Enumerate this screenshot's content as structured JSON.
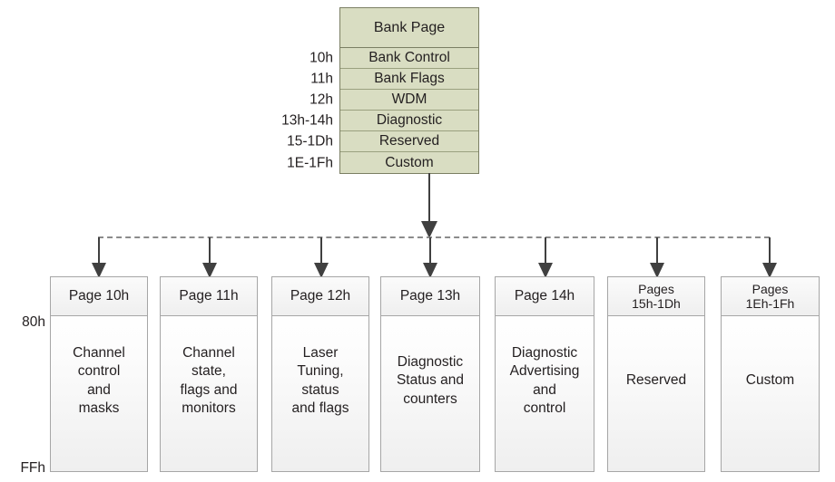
{
  "bank_table": {
    "header": "Bank Page",
    "rows": [
      {
        "address": "10h",
        "label": "Bank Control"
      },
      {
        "address": "11h",
        "label": "Bank Flags"
      },
      {
        "address": "12h",
        "label": "WDM"
      },
      {
        "address": "13h-14h",
        "label": "Diagnostic"
      },
      {
        "address": "15-1Dh",
        "label": "Reserved"
      },
      {
        "address": "1E-1Fh",
        "label": "Custom"
      }
    ]
  },
  "side_addresses": {
    "top": "80h",
    "bottom": "FFh"
  },
  "pages": [
    {
      "title": "Page 10h",
      "body": "Channel\ncontrol\nand\nmasks",
      "two_line_title": false
    },
    {
      "title": "Page 11h",
      "body": "Channel\nstate,\nflags and\nmonitors",
      "two_line_title": false
    },
    {
      "title": "Page 12h",
      "body": "Laser\nTuning,\nstatus\nand flags",
      "two_line_title": false
    },
    {
      "title": "Page 13h",
      "body": "Diagnostic\nStatus and\ncounters",
      "two_line_title": false
    },
    {
      "title": "Page 14h",
      "body": "Diagnostic\nAdvertising\nand\ncontrol",
      "two_line_title": false
    },
    {
      "title": "Pages\n15h-1Dh",
      "body": "Reserved",
      "two_line_title": true
    },
    {
      "title": "Pages\n1Eh-1Fh",
      "body": "Custom",
      "two_line_title": true
    }
  ],
  "colors": {
    "bank_fill": "#d9ddc2",
    "bank_border": "#7b7f63",
    "page_border": "#a6a6a6",
    "connector": "#404040",
    "bus_dash": "#8b8b8b"
  }
}
